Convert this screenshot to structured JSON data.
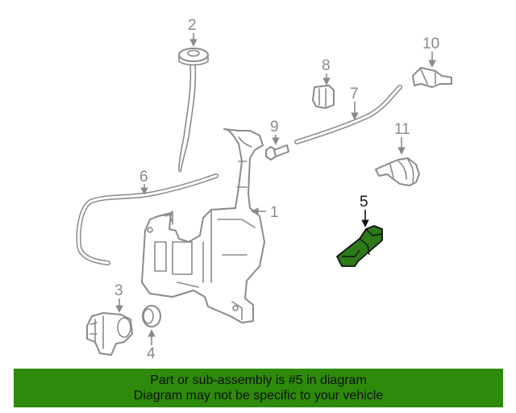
{
  "callouts": {
    "c1": "1",
    "c2": "2",
    "c3": "3",
    "c4": "4",
    "c5": "5",
    "c6": "6",
    "c7": "7",
    "c8": "8",
    "c9": "9",
    "c10": "10",
    "c11": "11"
  },
  "highlighted_part": "5",
  "colors": {
    "highlight": "#2d7a1b",
    "banner": "#2d8a0a",
    "line": "#8a8a8a"
  },
  "banner": {
    "line1": "Part or sub-assembly is #5 in diagram",
    "line2": "Diagram may not be specific to your vehicle"
  }
}
